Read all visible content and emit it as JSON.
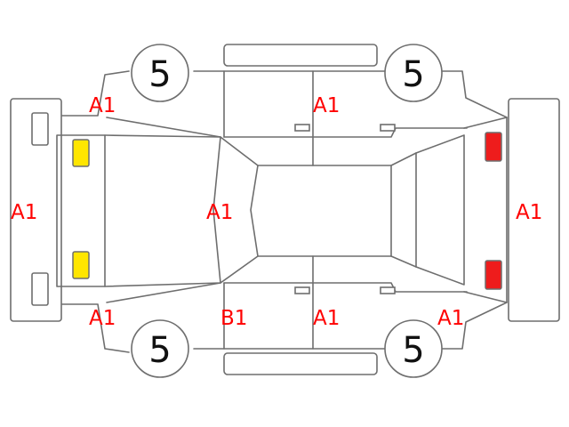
{
  "colors": {
    "outline": "#6e6e6e",
    "code_text": "#ff0000",
    "front_lamp": "#ffe600",
    "rear_lamp": "#ee1c1c"
  },
  "tires": {
    "front_left": "5",
    "rear_left": "5",
    "front_right": "5",
    "rear_right": "5"
  },
  "codes": {
    "front_bumper": "A1",
    "hood": "A1",
    "front_left_fender": "A1",
    "front_left_door": "B1",
    "rear_left_door": "A1",
    "rear_left_quarter": "A1",
    "front_right_fender": "A1",
    "front_right_door": "A1",
    "rear_bumper": "A1"
  }
}
